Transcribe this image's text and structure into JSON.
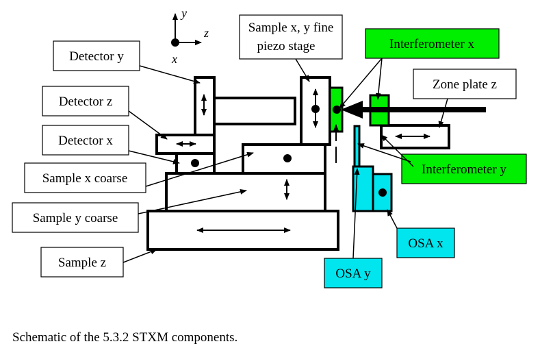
{
  "axes": {
    "y": "y",
    "z": "z",
    "x": "x"
  },
  "labels": {
    "detector_y": "Detector y",
    "detector_z": "Detector z",
    "detector_x": "Detector x",
    "sample_x_coarse": "Sample x coarse",
    "sample_y_coarse": "Sample y coarse",
    "sample_z": "Sample z",
    "fine_stage_line1": "Sample x, y fine",
    "fine_stage_line2": "piezo stage",
    "interferometer_x": "Interferometer x",
    "interferometer_y": "Interferometer y",
    "zone_plate_z": "Zone plate z",
    "osa_x": "OSA x",
    "osa_y": "OSA y"
  },
  "caption": "Schematic of the 5.3.2 STXM components.",
  "colors": {
    "green": "#00ee00",
    "cyan": "#00e5ee",
    "line": "#000000",
    "background": "#ffffff"
  }
}
